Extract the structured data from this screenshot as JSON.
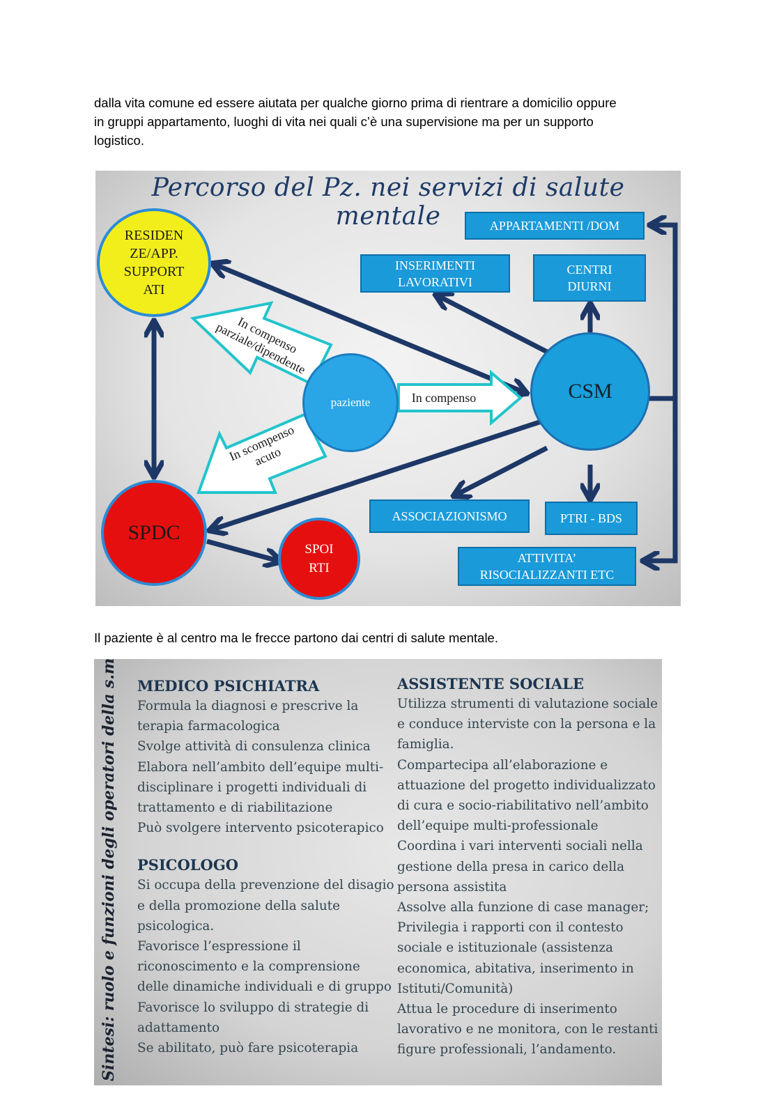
{
  "intro_lines": [
    "dalla vita comune ed essere aiutata per qualche giorno prima di rientrare a domicilio oppure",
    "in gruppi appartamento, luoghi di vita nei quali c’è una supervisione ma per un supporto",
    "logistico."
  ],
  "diagram": {
    "title": "Percorso del Pz. nei servizi di salute mentale",
    "nodes": {
      "residenze": "RESIDEN\nZE/APP.\nSUPPORT\nATI",
      "spdc": "SPDC",
      "spoirti": "SPOI\nRTI",
      "paziente": "paziente",
      "csm": "CSM"
    },
    "boxes": {
      "appartamenti": "APPARTAMENTI /DOM",
      "inserimenti": "INSERIMENTI\nLAVORATIVI",
      "centri": "CENTRI\nDIURNI",
      "associazionismo": "ASSOCIAZIONISMO",
      "ptri": "PTRI - BDS",
      "attivita": "ATTIVITA’\nRISOCIALIZZANTI ETC"
    },
    "arrow_labels": {
      "compenso_parziale": "In compenso\nparziale/dipendente",
      "compenso": "In compenso",
      "scompenso": "In scompenso\nacuto"
    },
    "colors": {
      "residenze": "#f2ee1c",
      "spdc": "#e60f0f",
      "csm": "#1b9edc",
      "paziente": "#2aa6e6",
      "navy": "#1d3766",
      "teal": "#22c4cc"
    }
  },
  "caption": "Il paziente è al centro ma le frecce partono dai centri di salute mentale.",
  "summary": {
    "side_title": "Sintesi: ruolo e funzioni degli operatori della s.m.",
    "medico": {
      "heading": "MEDICO PSICHIATRA",
      "lines": [
        "Formula la diagnosi e prescrive la",
        "terapia farmacologica",
        "Svolge attività di consulenza clinica",
        "Elabora nell’ambito dell’equipe multi-",
        "disciplinare i progetti individuali di",
        "trattamento e di riabilitazione",
        "Può svolgere intervento psicoterapico"
      ]
    },
    "psicologo": {
      "heading": "PSICOLOGO",
      "lines": [
        "Si occupa della prevenzione del disagio",
        "e della promozione della salute",
        "psicologica.",
        "Favorisce l’espressione il",
        "riconoscimento e la comprensione",
        "delle dinamiche individuali e di gruppo",
        "Favorisce lo sviluppo di strategie di",
        "adattamento",
        "Se abilitato, può fare psicoterapia"
      ]
    },
    "assistente": {
      "heading": "ASSISTENTE SOCIALE",
      "lines": [
        "Utilizza strumenti di valutazione sociale",
        "e conduce interviste con la persona e la",
        "famiglia.",
        "Compartecipa all’elaborazione e",
        "attuazione del progetto individualizzato",
        "di cura e socio-riabilitativo nell’ambito",
        "dell’equipe multi-professionale",
        "Coordina i vari interventi sociali nella",
        "gestione della presa in carico della",
        "persona assistita",
        "Assolve alla funzione di case manager;",
        "Privilegia i rapporti con il contesto",
        "sociale e istituzionale (assistenza",
        "economica, abitativa, inserimento in",
        "Istituti/Comunità)",
        "Attua le procedure di inserimento",
        "lavorativo e ne monitora, con le restanti",
        "figure professionali, l’andamento."
      ]
    }
  }
}
